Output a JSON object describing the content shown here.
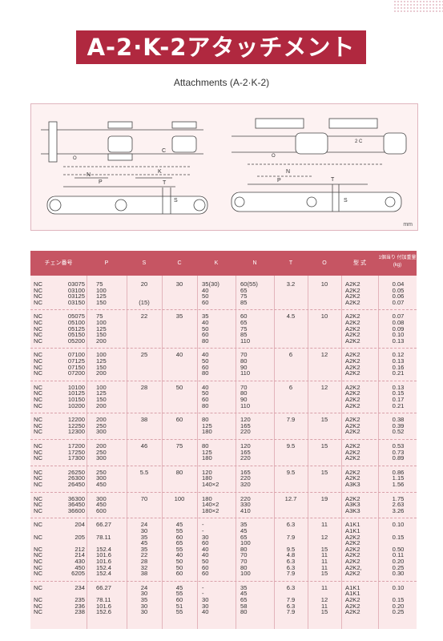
{
  "title": "A-2·K-2アタッチメント",
  "subtitle": "Attachments (A-2·K-2)",
  "diagram": {
    "labels": {
      "N": "N",
      "P": "P",
      "K": "K",
      "T": "T",
      "S": "S",
      "C": "C",
      "O": "O",
      "C2": "2 C"
    },
    "unit": "mm"
  },
  "table": {
    "headers": [
      "チェン番号",
      "P",
      "S",
      "C",
      "K",
      "N",
      "T",
      "O",
      "型 式",
      "1個当り 付加重量 (kg)"
    ],
    "groups": [
      {
        "nc": [
          "NC",
          "NC",
          "NC",
          "NC"
        ],
        "no": [
          "03075",
          "03100",
          "03125",
          "03150"
        ],
        "p": [
          "75",
          "100",
          "125",
          "150"
        ],
        "s": [
          "20",
          "",
          "",
          "(15)"
        ],
        "c": [
          "30"
        ],
        "k": [
          "35(30)",
          "40",
          "50",
          "60"
        ],
        "n": [
          "60(55)",
          "65",
          "75",
          "85"
        ],
        "t": [
          "3.2"
        ],
        "o": [
          "10"
        ],
        "type": [
          "A2K2",
          "A2K2",
          "A2K2",
          "A2K2"
        ],
        "wt": [
          "0.04",
          "0.05",
          "0.06",
          "0.07"
        ]
      },
      {
        "nc": [
          "NC",
          "NC",
          "NC",
          "NC",
          "NC"
        ],
        "no": [
          "05075",
          "05100",
          "05125",
          "05150",
          "05200"
        ],
        "p": [
          "75",
          "100",
          "125",
          "150",
          "200"
        ],
        "s": [
          "22"
        ],
        "c": [
          "35"
        ],
        "k": [
          "35",
          "40",
          "50",
          "60",
          "80"
        ],
        "n": [
          "60",
          "65",
          "75",
          "85",
          "110"
        ],
        "t": [
          "4.5"
        ],
        "o": [
          "10"
        ],
        "type": [
          "A2K2",
          "A2K2",
          "A2K2",
          "A2K2",
          "A2K2"
        ],
        "wt": [
          "0.07",
          "0.08",
          "0.09",
          "0.10",
          "0.13"
        ]
      },
      {
        "nc": [
          "NC",
          "NC",
          "NC",
          "NC"
        ],
        "no": [
          "07100",
          "07125",
          "07150",
          "07200"
        ],
        "p": [
          "100",
          "125",
          "150",
          "200"
        ],
        "s": [
          "25"
        ],
        "c": [
          "40"
        ],
        "k": [
          "40",
          "50",
          "60",
          "80"
        ],
        "n": [
          "70",
          "80",
          "90",
          "110"
        ],
        "t": [
          "6"
        ],
        "o": [
          "12"
        ],
        "type": [
          "A2K2",
          "A2K2",
          "A2K2",
          "A2K2"
        ],
        "wt": [
          "0.12",
          "0.13",
          "0.16",
          "0.21"
        ]
      },
      {
        "nc": [
          "NC",
          "NC",
          "NC",
          "NC"
        ],
        "no": [
          "10100",
          "10125",
          "10150",
          "10200"
        ],
        "p": [
          "100",
          "125",
          "150",
          "200"
        ],
        "s": [
          "28"
        ],
        "c": [
          "50"
        ],
        "k": [
          "40",
          "50",
          "60",
          "80"
        ],
        "n": [
          "70",
          "80",
          "90",
          "110"
        ],
        "t": [
          "6"
        ],
        "o": [
          "12"
        ],
        "type": [
          "A2K2",
          "A2K2",
          "A2K2",
          "A2K2"
        ],
        "wt": [
          "0.13",
          "0.15",
          "0.17",
          "0.21"
        ]
      },
      {
        "nc": [
          "NC",
          "NC",
          "NC"
        ],
        "no": [
          "12200",
          "12250",
          "12300"
        ],
        "p": [
          "200",
          "250",
          "300"
        ],
        "s": [
          "38"
        ],
        "c": [
          "60"
        ],
        "k": [
          "80",
          "125",
          "180"
        ],
        "n": [
          "120",
          "165",
          "220"
        ],
        "t": [
          "7.9"
        ],
        "o": [
          "15"
        ],
        "type": [
          "A2K2",
          "A2K2",
          "A2K2"
        ],
        "wt": [
          "0.38",
          "0.39",
          "0.52"
        ]
      },
      {
        "nc": [
          "NC",
          "NC",
          "NC"
        ],
        "no": [
          "17200",
          "17250",
          "17300"
        ],
        "p": [
          "200",
          "250",
          "300"
        ],
        "s": [
          "46"
        ],
        "c": [
          "75"
        ],
        "k": [
          "80",
          "125",
          "180"
        ],
        "n": [
          "120",
          "165",
          "220"
        ],
        "t": [
          "9.5"
        ],
        "o": [
          "15"
        ],
        "type": [
          "A2K2",
          "A2K2",
          "A2K2"
        ],
        "wt": [
          "0.53",
          "0.73",
          "0.89"
        ]
      },
      {
        "nc": [
          "NC",
          "NC",
          "NC"
        ],
        "no": [
          "26250",
          "26300",
          "26450"
        ],
        "p": [
          "250",
          "300",
          "450"
        ],
        "s": [
          "5.5"
        ],
        "c": [
          "80"
        ],
        "k": [
          "120",
          "180",
          "140×2"
        ],
        "n": [
          "165",
          "220",
          "320"
        ],
        "t": [
          "9.5"
        ],
        "o": [
          "15"
        ],
        "type": [
          "A2K2",
          "A2K2",
          "A3K3"
        ],
        "wt": [
          "0.86",
          "1.15",
          "1.56"
        ]
      },
      {
        "nc": [
          "NC",
          "NC",
          "NC"
        ],
        "no": [
          "36300",
          "36450",
          "36600"
        ],
        "p": [
          "300",
          "450",
          "600"
        ],
        "s": [
          "70"
        ],
        "c": [
          "100"
        ],
        "k": [
          "180",
          "140×2",
          "180×2"
        ],
        "n": [
          "220",
          "330",
          "410"
        ],
        "t": [
          "12.7"
        ],
        "o": [
          "19"
        ],
        "type": [
          "A2K2",
          "A3K3",
          "A3K3"
        ],
        "wt": [
          "1.75",
          "2.63",
          "3.26"
        ]
      },
      {
        "nc": [
          "NC",
          "",
          "NC",
          "",
          "NC",
          "NC",
          "NC",
          "NC",
          "NC"
        ],
        "no": [
          "204",
          "",
          "205",
          "",
          "212",
          "214",
          "430",
          "450",
          "6205"
        ],
        "p": [
          "66.27",
          "",
          "78.11",
          "",
          "152.4",
          "101.6",
          "101.6",
          "152.4",
          "152.4"
        ],
        "s": [
          "24",
          "30",
          "35",
          "45",
          "35",
          "22",
          "28",
          "32",
          "38"
        ],
        "c": [
          "45",
          "55",
          "60",
          "65",
          "55",
          "40",
          "50",
          "50",
          "60"
        ],
        "k": [
          "-",
          "-",
          "30",
          "60",
          "40",
          "40",
          "50",
          "60",
          "60"
        ],
        "n": [
          "35",
          "45",
          "65",
          "100",
          "80",
          "70",
          "70",
          "80",
          "100"
        ],
        "t": [
          "6.3",
          "",
          "7.9",
          "",
          "9.5",
          "4.8",
          "6.3",
          "6.3",
          "7.9"
        ],
        "o": [
          "11",
          "",
          "12",
          "",
          "15",
          "11",
          "11",
          "11",
          "15"
        ],
        "type": [
          "A1K1",
          "A1K1",
          "A2K2",
          "A2K2",
          "A2K2",
          "A2K2",
          "A2K2",
          "A2K2,",
          "A2K2"
        ],
        "wt": [
          "0.10",
          "",
          "0.15",
          "",
          "0.50",
          "0.11",
          "0.20",
          "0.25",
          "0.30"
        ]
      },
      {
        "nc": [
          "NC",
          "",
          "NC",
          "NC",
          "NC"
        ],
        "no": [
          "234",
          "",
          "235",
          "236",
          "238"
        ],
        "p": [
          "66.27",
          "",
          "78.11",
          "101.6",
          "152.6"
        ],
        "s": [
          "24",
          "30",
          "35",
          "30",
          "30"
        ],
        "c": [
          "45",
          "55",
          "60",
          "51",
          "55"
        ],
        "k": [
          "-",
          "-",
          "30",
          "30",
          "40"
        ],
        "n": [
          "35",
          "45",
          "65",
          "58",
          "80"
        ],
        "t": [
          "6.3",
          "",
          "7.9",
          "6.3",
          "7.9"
        ],
        "o": [
          "11",
          "",
          "12",
          "11",
          "15"
        ],
        "type": [
          "A1K1",
          "A1K1",
          "A2K2",
          "A2K2",
          "A2K2"
        ],
        "wt": [
          "0.10",
          "",
          "0.15",
          "0.20",
          "0.25"
        ]
      }
    ]
  }
}
